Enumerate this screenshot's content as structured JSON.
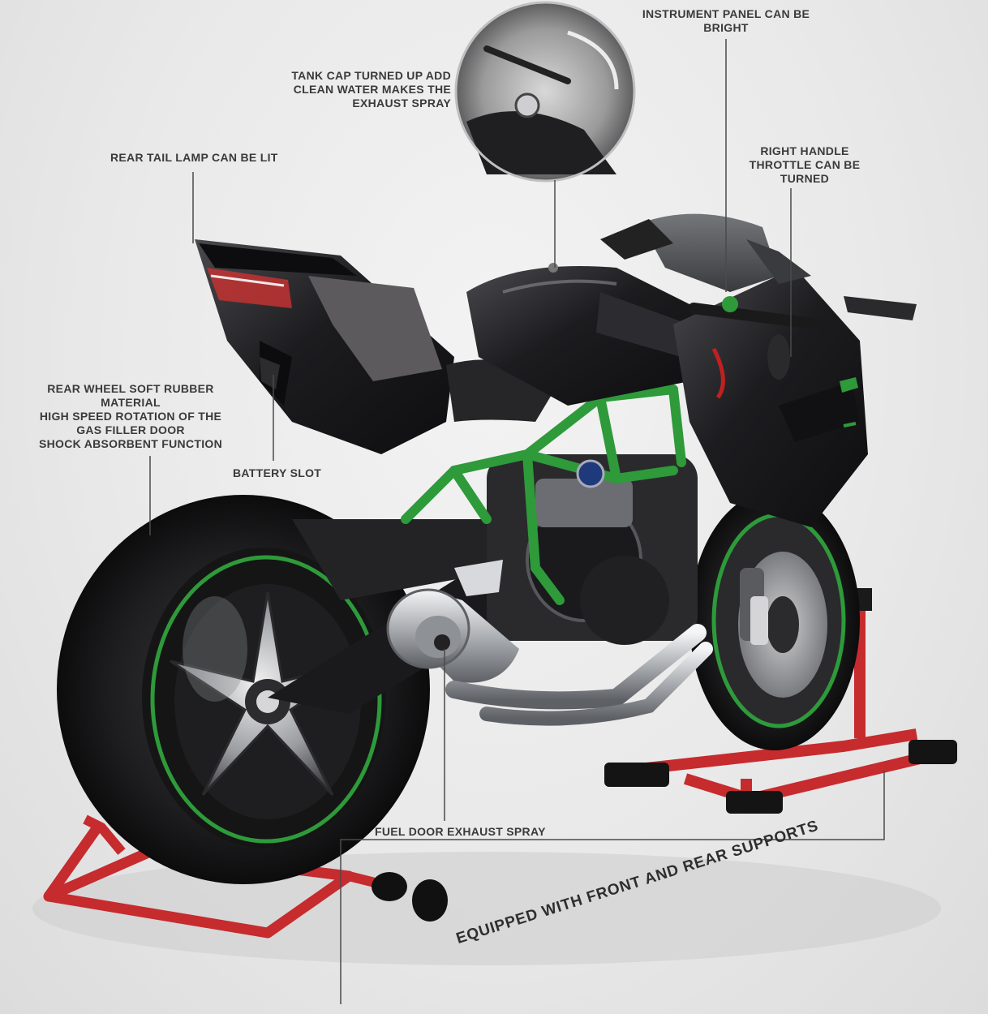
{
  "annotations": {
    "instrument_panel": [
      "INSTRUMENT PANEL CAN BE",
      "BRIGHT"
    ],
    "tank_cap": [
      "TANK CAP TURNED UP ADD",
      "CLEAN WATER MAKES THE",
      "EXHAUST SPRAY"
    ],
    "rear_tail_lamp": [
      "REAR TAIL LAMP CAN BE LIT"
    ],
    "right_handle": [
      "RIGHT HANDLE",
      "THROTTLE CAN BE",
      "TURNED"
    ],
    "rear_wheel": [
      "REAR WHEEL SOFT RUBBER",
      "MATERIAL",
      "HIGH SPEED ROTATION OF THE",
      "GAS FILLER DOOR",
      "SHOCK ABSORBENT FUNCTION"
    ],
    "battery_slot": [
      "BATTERY SLOT"
    ],
    "fuel_door": [
      "FUEL DOOR EXHAUST SPRAY"
    ],
    "supports": "EQUIPPED WITH FRONT AND REAR SUPPORTS"
  },
  "colors": {
    "body_black": "#1b1b1d",
    "frame_green": "#2e9a3a",
    "stand_red": "#c62b2e",
    "chrome": "#c9ccd0"
  }
}
